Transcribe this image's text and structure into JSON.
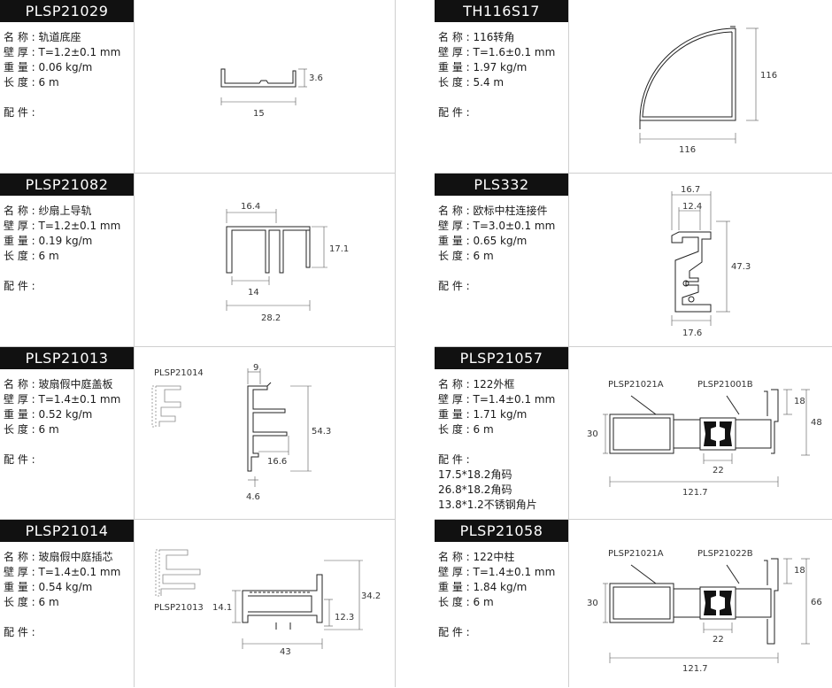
{
  "labels": {
    "name": "名 称 : ",
    "wall": "壁 厚 : ",
    "weight": "重 量 : ",
    "length": "长 度 : ",
    "fittings": "配 件 : "
  },
  "cards": [
    {
      "code": "PLSP21029",
      "name": "轨道底座",
      "wall": "T=1.2±0.1 mm",
      "weight": "0.06 kg/m",
      "length": "6 m",
      "fittings": [],
      "dims": [
        "3.6",
        "15"
      ]
    },
    {
      "code": "TH116S17",
      "name": "116转角",
      "wall": "T=1.6±0.1 mm",
      "weight": "1.97 kg/m",
      "length": "5.4 m",
      "fittings": [],
      "dims": [
        "116",
        "116"
      ]
    },
    {
      "code": "PLSP21082",
      "name": "纱扇上导轨",
      "wall": "T=1.2±0.1 mm",
      "weight": "0.19 kg/m",
      "length": "6 m",
      "fittings": [],
      "dims": [
        "16.4",
        "17.1",
        "14",
        "28.2"
      ]
    },
    {
      "code": "PLS332",
      "name": "欧标中柱连接件",
      "wall": "T=3.0±0.1 mm",
      "weight": "0.65 kg/m",
      "length": "6 m",
      "fittings": [],
      "dims": [
        "16.7",
        "12.4",
        "47.3",
        "17.6"
      ]
    },
    {
      "code": "PLSP21013",
      "name": "玻扇假中庭盖板",
      "wall": "T=1.4±0.1 mm",
      "weight": "0.52 kg/m",
      "length": "6 m",
      "fittings": [],
      "ref": "PLSP21014",
      "dims": [
        "9",
        "54.3",
        "16.6",
        "4.6"
      ]
    },
    {
      "code": "PLSP21057",
      "name": "122外框",
      "wall": "T=1.4±0.1 mm",
      "weight": "1.71 kg/m",
      "length": "6 m",
      "fittings": [
        "17.5*18.2角码",
        "26.8*18.2角码",
        "13.8*1.2不锈钢角片"
      ],
      "refs": [
        "PLSP21021A",
        "PLSP21001B"
      ],
      "dims": [
        "18",
        "30",
        "48",
        "22",
        "121.7"
      ]
    },
    {
      "code": "PLSP21014",
      "name": "玻扇假中庭插芯",
      "wall": "T=1.4±0.1 mm",
      "weight": "0.54 kg/m",
      "length": "6 m",
      "fittings": [],
      "ref": "PLSP21013",
      "dims": [
        "34.2",
        "14.1",
        "12.3",
        "43"
      ]
    },
    {
      "code": "PLSP21058",
      "name": "122中柱",
      "wall": "T=1.4±0.1 mm",
      "weight": "1.84 kg/m",
      "length": "6 m",
      "fittings": [],
      "refs": [
        "PLSP21021A",
        "PLSP21022B"
      ],
      "dims": [
        "18",
        "30",
        "66",
        "22",
        "121.7"
      ]
    }
  ]
}
